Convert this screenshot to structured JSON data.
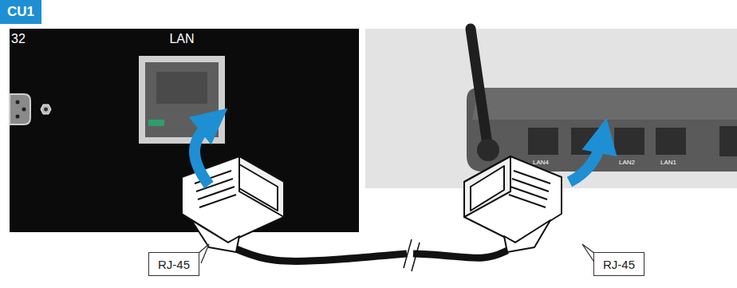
{
  "diagram": {
    "nodes": [
      {
        "text": [
          "CU1"
        ]
      },
      {
        "text": [
          "RJ-45"
        ]
      },
      {
        "text": [
          "RJ-45"
        ]
      }
    ],
    "labels": [
      "32",
      "LAN",
      "LAN4",
      "LAN2",
      "LAN1"
    ]
  }
}
